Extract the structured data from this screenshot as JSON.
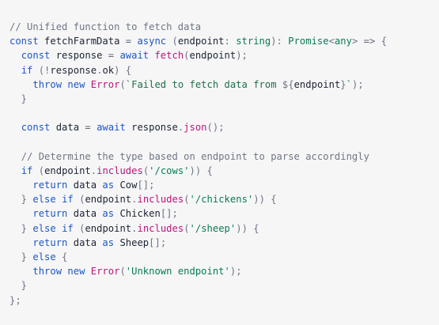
{
  "code": {
    "lines": [
      [
        {
          "t": "// Unified function to fetch data",
          "c": "comment"
        }
      ],
      [
        {
          "t": "const",
          "c": "keyword"
        },
        {
          "t": " fetchFarmData ",
          "c": "ident"
        },
        {
          "t": "=",
          "c": "op"
        },
        {
          "t": " ",
          "c": "ident"
        },
        {
          "t": "async",
          "c": "keyword"
        },
        {
          "t": " (",
          "c": "punct"
        },
        {
          "t": "endpoint",
          "c": "ident"
        },
        {
          "t": ": ",
          "c": "punct"
        },
        {
          "t": "string",
          "c": "type"
        },
        {
          "t": "): ",
          "c": "punct"
        },
        {
          "t": "Promise",
          "c": "type"
        },
        {
          "t": "<",
          "c": "punct"
        },
        {
          "t": "any",
          "c": "type"
        },
        {
          "t": ">",
          "c": "punct"
        },
        {
          "t": " => ",
          "c": "op"
        },
        {
          "t": "{",
          "c": "punct"
        }
      ],
      [
        {
          "t": "  ",
          "c": "ident"
        },
        {
          "t": "const",
          "c": "keyword"
        },
        {
          "t": " response ",
          "c": "ident"
        },
        {
          "t": "=",
          "c": "op"
        },
        {
          "t": " ",
          "c": "ident"
        },
        {
          "t": "await",
          "c": "keyword"
        },
        {
          "t": " ",
          "c": "ident"
        },
        {
          "t": "fetch",
          "c": "func"
        },
        {
          "t": "(",
          "c": "punct"
        },
        {
          "t": "endpoint",
          "c": "ident"
        },
        {
          "t": ");",
          "c": "punct"
        }
      ],
      [
        {
          "t": "  ",
          "c": "ident"
        },
        {
          "t": "if",
          "c": "flow"
        },
        {
          "t": " (!",
          "c": "punct"
        },
        {
          "t": "response",
          "c": "ident"
        },
        {
          "t": ".",
          "c": "punct"
        },
        {
          "t": "ok",
          "c": "prop"
        },
        {
          "t": ") {",
          "c": "punct"
        }
      ],
      [
        {
          "t": "    ",
          "c": "ident"
        },
        {
          "t": "throw",
          "c": "flow"
        },
        {
          "t": " ",
          "c": "ident"
        },
        {
          "t": "new",
          "c": "keyword"
        },
        {
          "t": " ",
          "c": "ident"
        },
        {
          "t": "Error",
          "c": "func"
        },
        {
          "t": "(",
          "c": "punct"
        },
        {
          "t": "`Failed to fetch data from ",
          "c": "template"
        },
        {
          "t": "${",
          "c": "punct"
        },
        {
          "t": "endpoint",
          "c": "ident"
        },
        {
          "t": "}",
          "c": "punct"
        },
        {
          "t": "`",
          "c": "template"
        },
        {
          "t": ");",
          "c": "punct"
        }
      ],
      [
        {
          "t": "  }",
          "c": "punct"
        }
      ],
      [],
      [
        {
          "t": "  ",
          "c": "ident"
        },
        {
          "t": "const",
          "c": "keyword"
        },
        {
          "t": " data ",
          "c": "ident"
        },
        {
          "t": "=",
          "c": "op"
        },
        {
          "t": " ",
          "c": "ident"
        },
        {
          "t": "await",
          "c": "keyword"
        },
        {
          "t": " response",
          "c": "ident"
        },
        {
          "t": ".",
          "c": "punct"
        },
        {
          "t": "json",
          "c": "func"
        },
        {
          "t": "();",
          "c": "punct"
        }
      ],
      [],
      [
        {
          "t": "  ",
          "c": "ident"
        },
        {
          "t": "// Determine the type based on endpoint to parse accordingly",
          "c": "comment"
        }
      ],
      [
        {
          "t": "  ",
          "c": "ident"
        },
        {
          "t": "if",
          "c": "flow"
        },
        {
          "t": " (",
          "c": "punct"
        },
        {
          "t": "endpoint",
          "c": "ident"
        },
        {
          "t": ".",
          "c": "punct"
        },
        {
          "t": "includes",
          "c": "func"
        },
        {
          "t": "(",
          "c": "punct"
        },
        {
          "t": "'/cows'",
          "c": "string"
        },
        {
          "t": ")) {",
          "c": "punct"
        }
      ],
      [
        {
          "t": "    ",
          "c": "ident"
        },
        {
          "t": "return",
          "c": "flow"
        },
        {
          "t": " data ",
          "c": "ident"
        },
        {
          "t": "as",
          "c": "keyword"
        },
        {
          "t": " Cow",
          "c": "ident"
        },
        {
          "t": "[];",
          "c": "punct"
        }
      ],
      [
        {
          "t": "  } ",
          "c": "punct"
        },
        {
          "t": "else",
          "c": "flow"
        },
        {
          "t": " ",
          "c": "ident"
        },
        {
          "t": "if",
          "c": "flow"
        },
        {
          "t": " (",
          "c": "punct"
        },
        {
          "t": "endpoint",
          "c": "ident"
        },
        {
          "t": ".",
          "c": "punct"
        },
        {
          "t": "includes",
          "c": "func"
        },
        {
          "t": "(",
          "c": "punct"
        },
        {
          "t": "'/chickens'",
          "c": "string"
        },
        {
          "t": ")) {",
          "c": "punct"
        }
      ],
      [
        {
          "t": "    ",
          "c": "ident"
        },
        {
          "t": "return",
          "c": "flow"
        },
        {
          "t": " data ",
          "c": "ident"
        },
        {
          "t": "as",
          "c": "keyword"
        },
        {
          "t": " Chicken",
          "c": "ident"
        },
        {
          "t": "[];",
          "c": "punct"
        }
      ],
      [
        {
          "t": "  } ",
          "c": "punct"
        },
        {
          "t": "else",
          "c": "flow"
        },
        {
          "t": " ",
          "c": "ident"
        },
        {
          "t": "if",
          "c": "flow"
        },
        {
          "t": " (",
          "c": "punct"
        },
        {
          "t": "endpoint",
          "c": "ident"
        },
        {
          "t": ".",
          "c": "punct"
        },
        {
          "t": "includes",
          "c": "func"
        },
        {
          "t": "(",
          "c": "punct"
        },
        {
          "t": "'/sheep'",
          "c": "string"
        },
        {
          "t": ")) {",
          "c": "punct"
        }
      ],
      [
        {
          "t": "    ",
          "c": "ident"
        },
        {
          "t": "return",
          "c": "flow"
        },
        {
          "t": " data ",
          "c": "ident"
        },
        {
          "t": "as",
          "c": "keyword"
        },
        {
          "t": " Sheep",
          "c": "ident"
        },
        {
          "t": "[];",
          "c": "punct"
        }
      ],
      [
        {
          "t": "  } ",
          "c": "punct"
        },
        {
          "t": "else",
          "c": "flow"
        },
        {
          "t": " {",
          "c": "punct"
        }
      ],
      [
        {
          "t": "    ",
          "c": "ident"
        },
        {
          "t": "throw",
          "c": "flow"
        },
        {
          "t": " ",
          "c": "ident"
        },
        {
          "t": "new",
          "c": "keyword"
        },
        {
          "t": " ",
          "c": "ident"
        },
        {
          "t": "Error",
          "c": "func"
        },
        {
          "t": "(",
          "c": "punct"
        },
        {
          "t": "'Unknown endpoint'",
          "c": "string"
        },
        {
          "t": ");",
          "c": "punct"
        }
      ],
      [
        {
          "t": "  }",
          "c": "punct"
        }
      ],
      [
        {
          "t": "};",
          "c": "punct"
        }
      ]
    ]
  },
  "colors": {
    "background": "#f6f6f7",
    "text": "#1d2433",
    "comment": "#6f7683",
    "keyword": "#1f56c3",
    "string": "#0b7a55",
    "function": "#c1127a",
    "punctuation": "#6d7483"
  }
}
